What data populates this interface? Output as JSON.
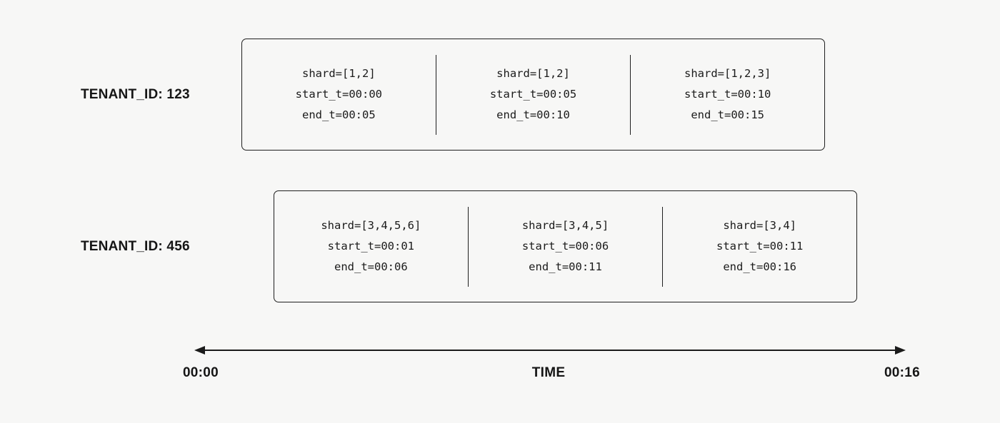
{
  "colors": {
    "background": "#f7f7f6",
    "ink": "#1b1b1b"
  },
  "tenants": [
    {
      "label": "TENANT_ID: 123",
      "segments": [
        {
          "shard": "shard=[1,2]",
          "start": "start_t=00:00",
          "end": "end_t=00:05"
        },
        {
          "shard": "shard=[1,2]",
          "start": "start_t=00:05",
          "end": "end_t=00:10"
        },
        {
          "shard": "shard=[1,2,3]",
          "start": "start_t=00:10",
          "end": "end_t=00:15"
        }
      ]
    },
    {
      "label": "TENANT_ID: 456",
      "segments": [
        {
          "shard": "shard=[3,4,5,6]",
          "start": "start_t=00:01",
          "end": "end_t=00:06"
        },
        {
          "shard": "shard=[3,4,5]",
          "start": "start_t=00:06",
          "end": "end_t=00:11"
        },
        {
          "shard": "shard=[3,4]",
          "start": "start_t=00:11",
          "end": "end_t=00:16"
        }
      ]
    }
  ],
  "axis": {
    "start_label": "00:00",
    "center_label": "TIME",
    "end_label": "00:16"
  }
}
